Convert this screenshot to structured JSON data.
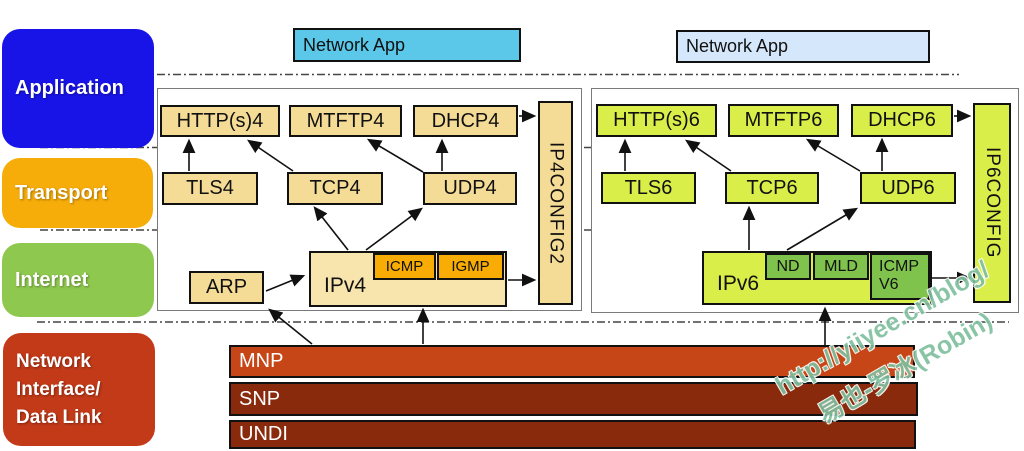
{
  "layers": [
    {
      "label": "Application",
      "color": "#1814e8"
    },
    {
      "label": "Transport",
      "color": "#f6ac09"
    },
    {
      "label": "Internet",
      "color": "#8fc84e"
    },
    {
      "label": "Network Interface/ Data Link",
      "lines": [
        "Network",
        "Interface/",
        "Data Link"
      ],
      "color": "#c23a18"
    }
  ],
  "apps": [
    {
      "label": "Network App",
      "color": "#5bc8ea"
    },
    {
      "label": "Network App",
      "color": "#d5e7fa"
    }
  ],
  "v4": {
    "http": "HTTP(s)4",
    "mtftp": "MTFTP4",
    "dhcp": "DHCP4",
    "tls": "TLS4",
    "tcp": "TCP4",
    "udp": "UDP4",
    "config": "IP4CONFIG2",
    "arp": "ARP",
    "ip": "IPv4",
    "icmp": "ICMP",
    "igmp": "IGMP"
  },
  "v6": {
    "http": "HTTP(s)6",
    "mtftp": "MTFTP6",
    "dhcp": "DHCP6",
    "tls": "TLS6",
    "tcp": "TCP6",
    "udp": "UDP6",
    "config": "IP6CONFIG",
    "ip": "IPv6",
    "nd": "ND",
    "mld": "MLD",
    "icmpv6": "ICMP V6"
  },
  "link_layer": {
    "mnp": "MNP",
    "snp": "SNP",
    "undi": "UNDI"
  },
  "watermark": {
    "line1": "http://yiiyee.cn/blog/",
    "line2": "易也-罗冰(Robin)"
  },
  "colors": {
    "application": "#1814e8",
    "transport": "#f6ac09",
    "internet": "#8fc84e",
    "network_interface": "#c23a18",
    "v4_box": "#f5dc96",
    "v4_ip_box": "#f7e5ad",
    "icmp_igmp": "#f8ac04",
    "v6_box": "#d9ee49",
    "v6_sub_box": "#7fc34c",
    "network_app_v4": "#5bc8ea",
    "network_app_v6": "#d5e7fa",
    "mnp_bar": "#c64617",
    "snp_undi_bar": "#8a2a0c",
    "watermark": "#7fbf9e"
  }
}
